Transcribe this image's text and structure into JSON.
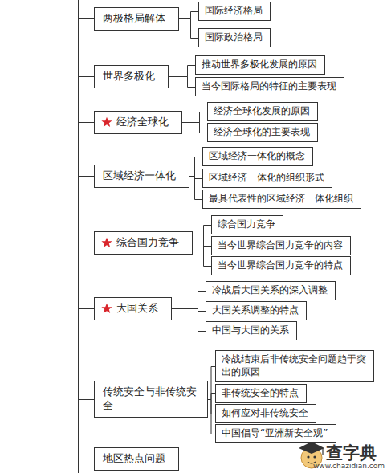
{
  "diagram": {
    "nodes": [
      {
        "text": [
          "两极格局解体"
        ]
      },
      {
        "text": [
          "国际经济格局"
        ]
      },
      {
        "text": [
          "国际政治格局"
        ]
      },
      {
        "text": [
          "世界多极化"
        ]
      },
      {
        "text": [
          "推动世界多极化发展的原因"
        ]
      },
      {
        "text": [
          "当今国际格局的特征的主要表现"
        ]
      },
      {
        "text": [
          "经济全球化"
        ]
      },
      {
        "text": [
          "经济全球化发展的原因"
        ]
      },
      {
        "text": [
          "经济全球化的主要表现"
        ]
      },
      {
        "text": [
          "区域经济一体化"
        ]
      },
      {
        "text": [
          "区域经济一体化的概念"
        ]
      },
      {
        "text": [
          "区域经济一体化的组织形式"
        ]
      },
      {
        "text": [
          "最具代表性的区域经济一体化组织"
        ]
      },
      {
        "text": [
          "综合国力竞争"
        ]
      },
      {
        "text": [
          "综合国力竞争"
        ]
      },
      {
        "text": [
          "当今世界综合国力竞争的内容"
        ]
      },
      {
        "text": [
          "当今世界综合国力竞争的特点"
        ]
      },
      {
        "text": [
          "大国关系"
        ]
      },
      {
        "text": [
          "冷战后大国关系的深入调整"
        ]
      },
      {
        "text": [
          "大国关系调整的特点"
        ]
      },
      {
        "text": [
          "中国与大国的关系"
        ]
      },
      {
        "text": [
          "传统安全与非传统安全"
        ]
      },
      {
        "text": [
          "冷战结束后非传统安全问题趋于突出的原因"
        ]
      },
      {
        "text": [
          "非传统安全的特点"
        ]
      },
      {
        "text": [
          "如何应对非传统安全"
        ]
      },
      {
        "text": [
          "中国倡导“亚洲新安全观”"
        ]
      },
      {
        "text": [
          "地区热点问题"
        ]
      }
    ],
    "edges": [
      {
        "from": 0,
        "to": 1,
        "arrow": "none"
      },
      {
        "from": 0,
        "to": 2,
        "arrow": "none"
      },
      {
        "from": 3,
        "to": 4,
        "arrow": "none"
      },
      {
        "from": 3,
        "to": 5,
        "arrow": "none"
      },
      {
        "from": 6,
        "to": 7,
        "arrow": "none"
      },
      {
        "from": 6,
        "to": 8,
        "arrow": "none"
      },
      {
        "from": 9,
        "to": 10,
        "arrow": "none"
      },
      {
        "from": 9,
        "to": 11,
        "arrow": "none"
      },
      {
        "from": 9,
        "to": 12,
        "arrow": "none"
      },
      {
        "from": 13,
        "to": 14,
        "arrow": "none"
      },
      {
        "from": 13,
        "to": 15,
        "arrow": "none"
      },
      {
        "from": 13,
        "to": 16,
        "arrow": "none"
      },
      {
        "from": 17,
        "to": 18,
        "arrow": "none"
      },
      {
        "from": 17,
        "to": 19,
        "arrow": "none"
      },
      {
        "from": 17,
        "to": 20,
        "arrow": "none"
      },
      {
        "from": 21,
        "to": 22,
        "arrow": "none"
      },
      {
        "from": 21,
        "to": 23,
        "arrow": "none"
      },
      {
        "from": 21,
        "to": 24,
        "arrow": "none"
      },
      {
        "from": 21,
        "to": 25,
        "arrow": "none"
      }
    ],
    "labels": [
      "查字典",
      "www.chazidian.com"
    ]
  }
}
